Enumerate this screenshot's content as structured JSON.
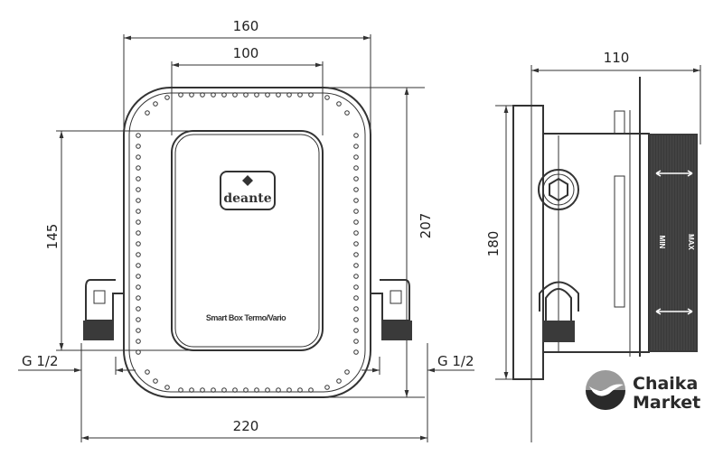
{
  "drawing": {
    "front_view": {
      "dim_width_outer": "160",
      "dim_width_inner": "100",
      "dim_height_total": "207",
      "dim_height_inner": "145",
      "dim_width_with_fittings": "220",
      "thread_left": "G 1/2",
      "thread_right": "G 1/2",
      "logo_text": "deante",
      "product_label": "Smart Box Termo/Vario"
    },
    "side_view": {
      "dim_depth": "110",
      "dim_height": "180",
      "min_label": "MIN",
      "max_label": "MAX"
    },
    "watermark": {
      "line1": "Chaika",
      "line2": "Market"
    }
  },
  "colors": {
    "line": "#333333",
    "dark_fill": "#3a3a3a"
  }
}
